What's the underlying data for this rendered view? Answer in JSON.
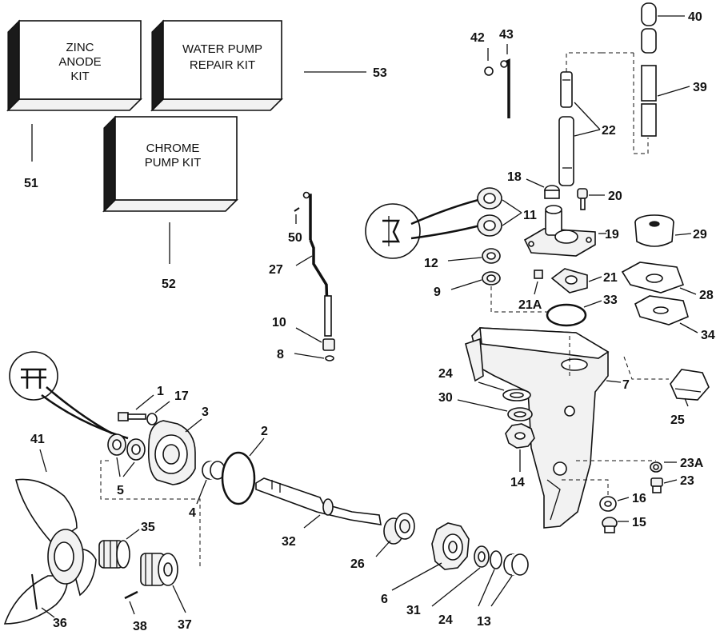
{
  "kits": {
    "zinc": {
      "line1": "ZINC",
      "line2": "ANODE",
      "line3": "KIT"
    },
    "water": {
      "line1": "WATER PUMP",
      "line2": "REPAIR KIT"
    },
    "chrome": {
      "line1": "CHROME",
      "line2": "PUMP KIT"
    }
  },
  "callouts": [
    "1",
    "2",
    "3",
    "4",
    "5",
    "6",
    "7",
    "8",
    "9",
    "10",
    "11",
    "12",
    "13",
    "14",
    "15",
    "16",
    "17",
    "18",
    "19",
    "20",
    "21",
    "21A",
    "22",
    "23",
    "23A",
    "24",
    "24",
    "25",
    "26",
    "27",
    "28",
    "29",
    "30",
    "31",
    "32",
    "33",
    "34",
    "35",
    "36",
    "37",
    "38",
    "39",
    "40",
    "41",
    "42",
    "43",
    "50",
    "51",
    "52",
    "53"
  ]
}
